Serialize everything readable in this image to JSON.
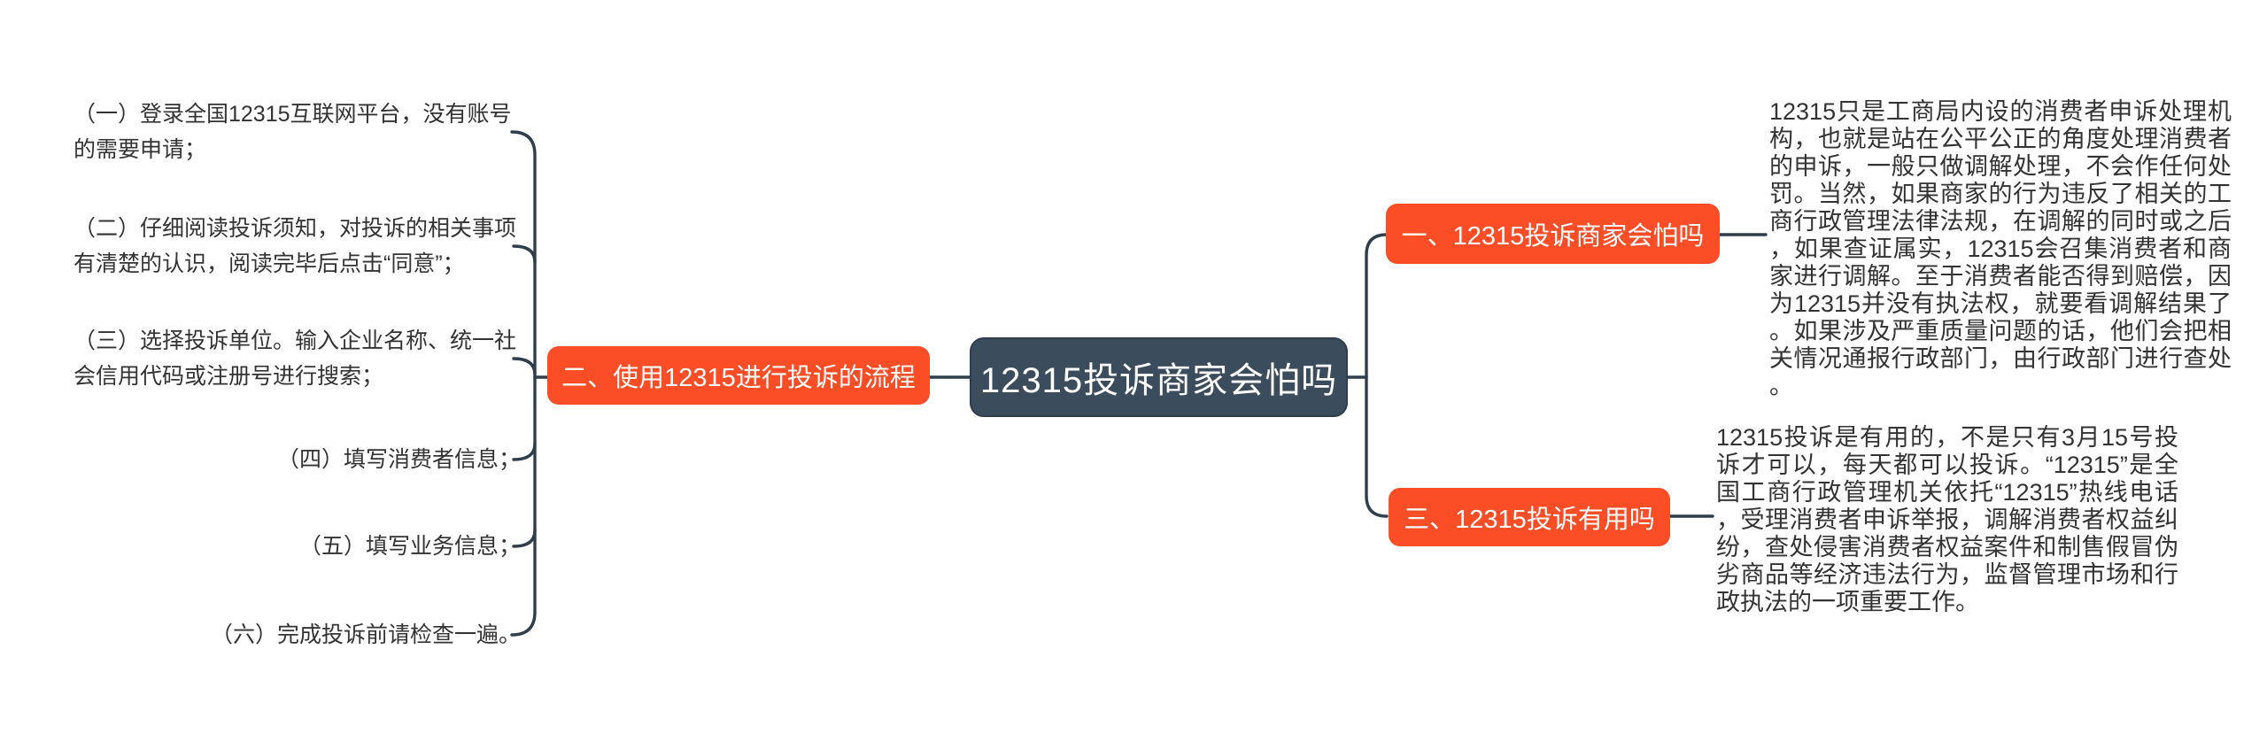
{
  "root": {
    "label": "12315投诉商家会怕吗"
  },
  "process_branch": {
    "label": "二、使用12315进行投诉的流程",
    "steps": [
      {
        "text": "（一）登录全国12315互联网平台，没有账号的需要申请；"
      },
      {
        "text": "（二）仔细阅读投诉须知，对投诉的相关事项有清楚的认识，阅读完毕后点击“同意”；"
      },
      {
        "text": "（三）选择投诉单位。输入企业名称、统一社会信用代码或注册号进行搜索；"
      },
      {
        "text": "（四）填写消费者信息；"
      },
      {
        "text": "（五）填写业务信息；"
      },
      {
        "text": "（六）完成投诉前请检查一遍。"
      }
    ]
  },
  "scared_branch": {
    "label": "一、12315投诉商家会怕吗",
    "note": "12315只是工商局内设的消费者申诉处理机构，也就是站在公平公正的角度处理消费者的申诉，一般只做调解处理，不会作任何处罚。当然，如果商家的行为违反了相关的工商行政管理法律法规，在调解的同时或之后，如果查证属实，12315会召集消费者和商家进行调解。至于消费者能否得到赔偿，因为12315并没有执法权，就要看调解结果了。如果涉及严重质量问题的话，他们会把相关情况通报行政部门，由行政部门进行查处。"
  },
  "useful_branch": {
    "label": "三、12315投诉有用吗",
    "note": "12315投诉是有用的，不是只有3月15号投诉才可以，每天都可以投诉。“12315”是全国工商行政管理机关依托“12315”热线电话，受理消费者申诉举报，调解消费者权益纠纷，查处侵害消费者权益案件和制售假冒伪劣商品等经济违法行为，监督管理市场和行政执法的一项重要工作。"
  },
  "colors": {
    "accent": "#fb4d26",
    "root_bg": "#3b4d5d",
    "connector": "#2e3e4c",
    "text": "#333333",
    "background": "#ffffff"
  }
}
